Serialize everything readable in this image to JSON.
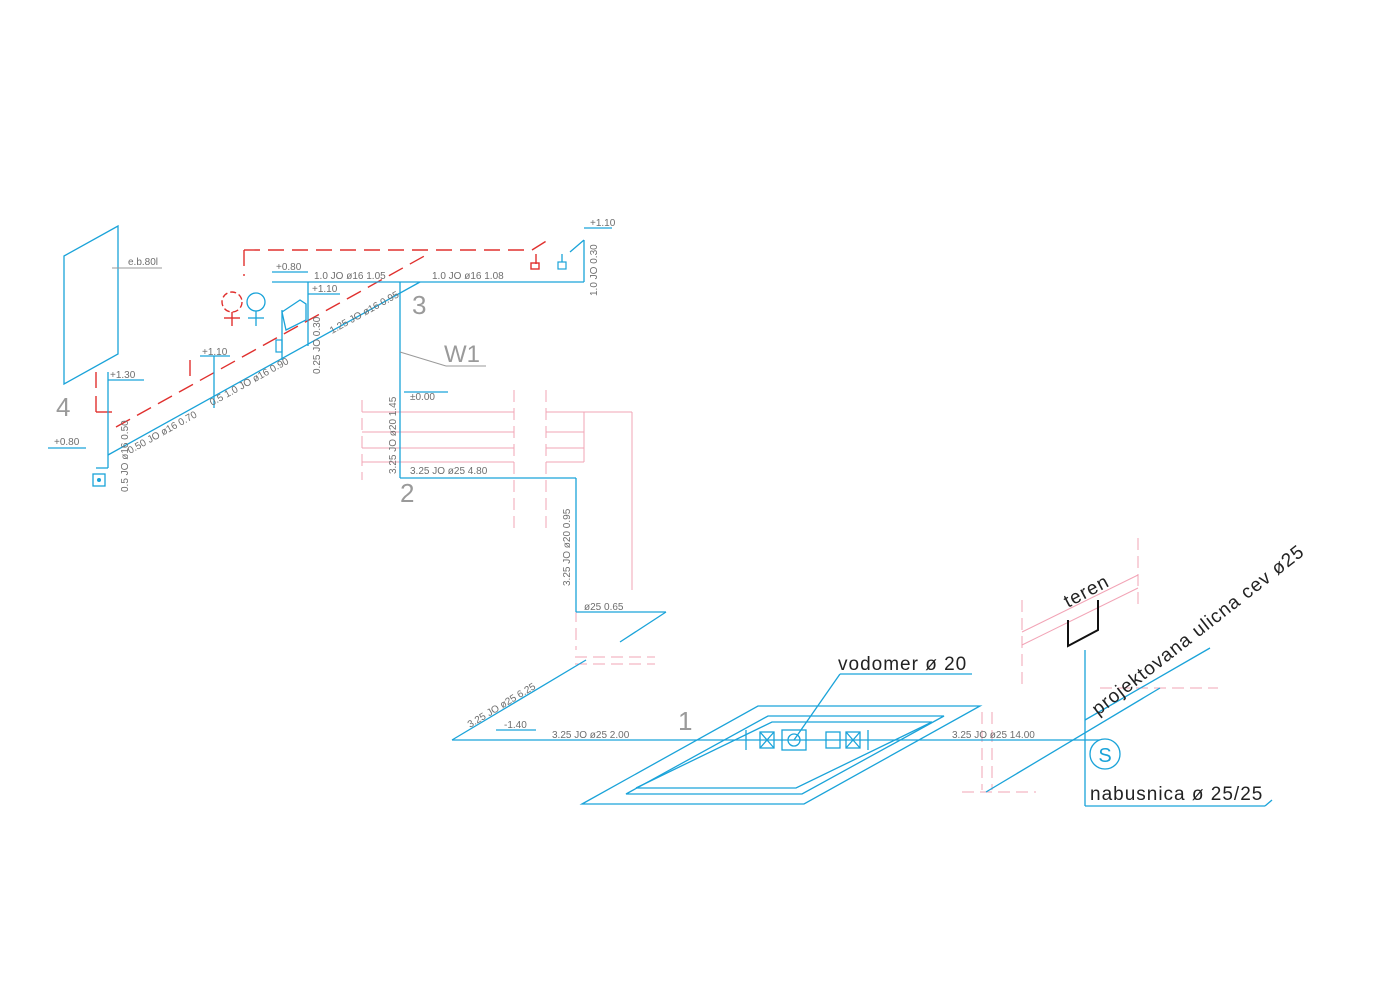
{
  "node_numbers": {
    "n1": "1",
    "n2": "2",
    "n3": "3",
    "n4": "4"
  },
  "riser_tag": "W1",
  "boiler_label": "e.b.80l",
  "levels": {
    "l_110_top": "+1.10",
    "l_080": "+0.80",
    "l_110_mid": "+1.10",
    "l_110_left": "+1.10",
    "l_130": "+1.30",
    "l_080_left": "+0.80",
    "l_000": "±0.00",
    "l_m140": "-1.40"
  },
  "pipe_labels": {
    "p_top_left": "1.0  JO  ø16  1.05",
    "p_top_right": "1.0  JO  ø16  1.08",
    "p_riser_right": "1.0  JO  0.30",
    "p_diag_upper": "1.25  JO  ø16  0.95",
    "p_vert_mid": "0.25  JO  0.30",
    "p_diag_mid": "0.5  1.0  JO  ø16  0.90",
    "p_diag_lower": "0.50  JO  ø16  0.70",
    "p_vert_left": "0.5  JO  ø16  0.50",
    "p_w1": "3.25  JO  ø20  1.45",
    "p_horiz2": "3.25  JO  ø25  4.80",
    "p_drop": "3.25  JO  ø20  0.95",
    "p_short": "ø25  0.65",
    "p_diag_low": "3.25  JO  ø25  6.25",
    "p_meter_in": "3.25  JO  ø25  2.00",
    "p_main": "3.25  JO  ø25  14.00"
  },
  "annotations": {
    "meter": "vodomer  ø  20",
    "ground": "teren",
    "street_pipe": "projektovana  ulicna  cev  ø25",
    "tapping": "nabusnica  ø  25/25",
    "connection_symbol": "S"
  },
  "colors": {
    "cold_water": "#1aa3d9",
    "hot_water": "#e0302e",
    "structure": "#f2a4b6",
    "text": "#222222"
  }
}
